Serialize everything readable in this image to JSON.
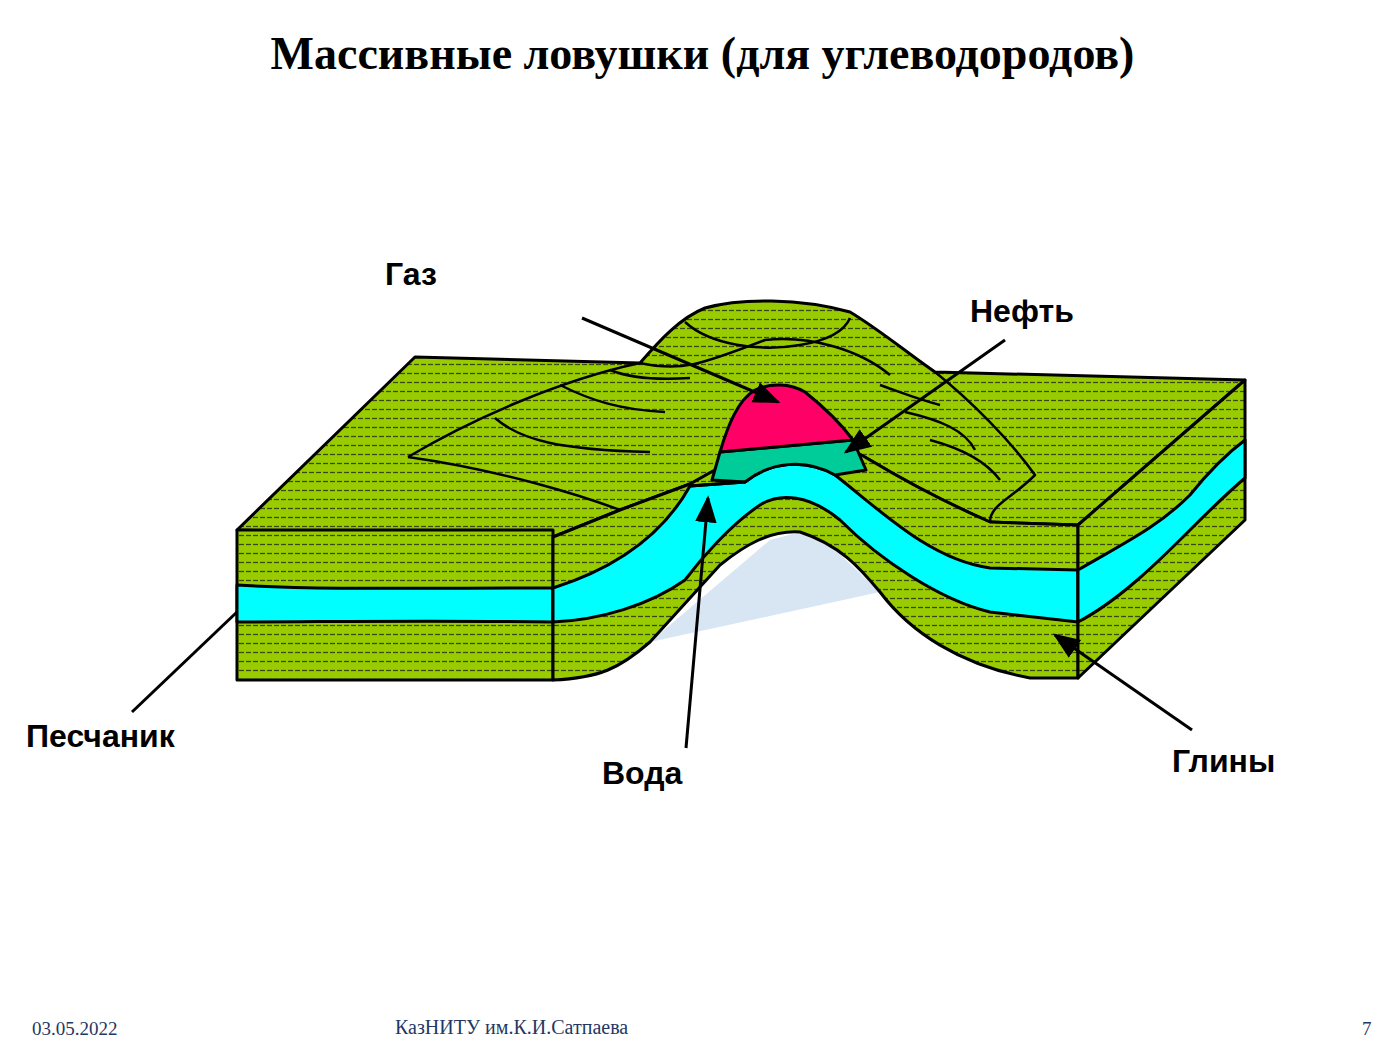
{
  "diagram": {
    "title": "Массивные ловушки (для углеводородов)",
    "labels": [
      "Газ",
      "Нефть",
      "Песчаник",
      "Вода",
      "Глины",
      "03.05.2022",
      "КазНИТУ им.К.И.Сатпаева",
      "7"
    ]
  }
}
